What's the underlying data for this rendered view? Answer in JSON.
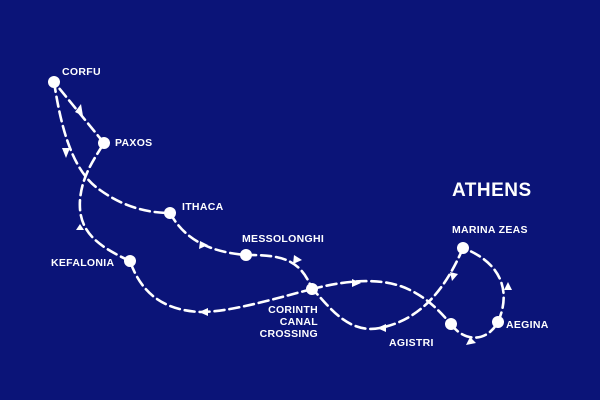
{
  "map": {
    "background_color": "#0b1478",
    "route_color": "#ffffff",
    "region_label": "ATHENS",
    "stops": [
      {
        "name": "CORFU"
      },
      {
        "name": "PAXOS"
      },
      {
        "name": "ITHACA"
      },
      {
        "name": "MESSOLONGHI"
      },
      {
        "name": "KEFALONIA"
      },
      {
        "name": "CORINTH CANAL CROSSING",
        "lines": [
          "CORINTH",
          "CANAL",
          "CROSSING"
        ]
      },
      {
        "name": "MARINA ZEAS"
      },
      {
        "name": "AGISTRI"
      },
      {
        "name": "AEGINA"
      }
    ]
  }
}
